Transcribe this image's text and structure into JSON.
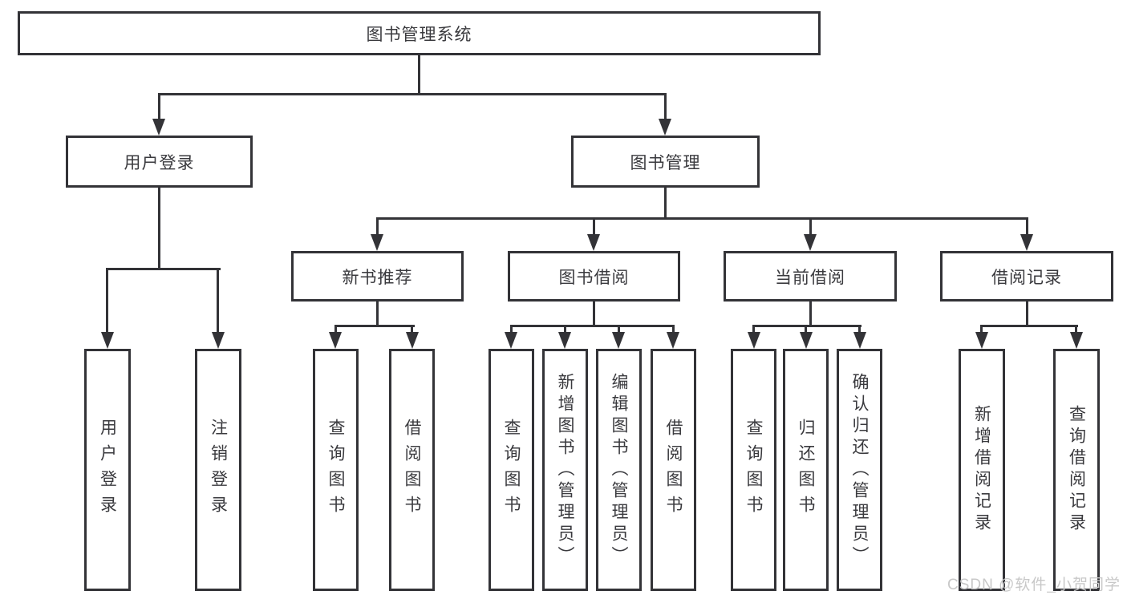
{
  "diagram_title": "图书管理系统",
  "tree": {
    "root": {
      "label": "图书管理系统"
    },
    "branches": [
      {
        "label": "用户登录",
        "children": [
          {
            "label": "用户登录"
          },
          {
            "label": "注销登录"
          }
        ]
      },
      {
        "label": "图书管理",
        "children": [
          {
            "label": "新书推荐",
            "children": [
              {
                "label": "查询图书"
              },
              {
                "label": "借阅图书"
              }
            ]
          },
          {
            "label": "图书借阅",
            "children": [
              {
                "label": "查询图书"
              },
              {
                "label": "新增图书（管理员）"
              },
              {
                "label": "编辑图书（管理员）"
              },
              {
                "label": "借阅图书"
              }
            ]
          },
          {
            "label": "当前借阅",
            "children": [
              {
                "label": "查询图书"
              },
              {
                "label": "归还图书"
              },
              {
                "label": "确认归还（管理员）"
              }
            ]
          },
          {
            "label": "借阅记录",
            "children": [
              {
                "label": "新增借阅记录"
              },
              {
                "label": "查询借阅记录"
              }
            ]
          }
        ]
      }
    ]
  },
  "watermark": {
    "text": "CSDN @软件_小贺同学"
  },
  "colors": {
    "line": "#333337",
    "text": "#3a3a3e",
    "box_background": "#ffffff",
    "page_background": "#ffffff",
    "watermark": "#c8c8c8"
  }
}
